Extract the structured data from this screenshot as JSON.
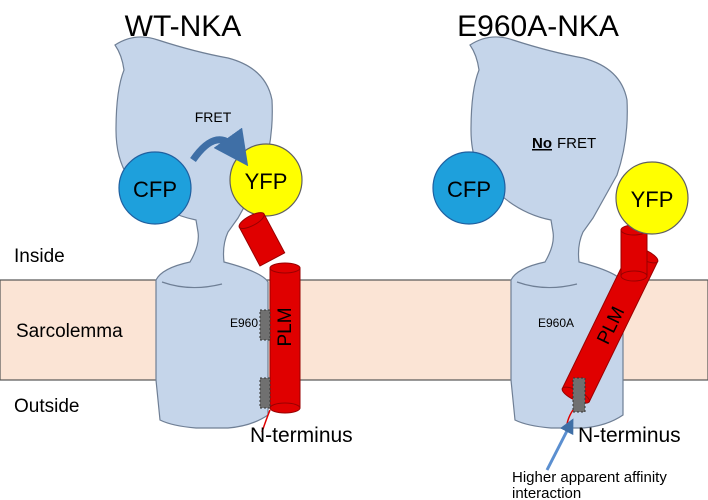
{
  "panels": [
    {
      "title": "WT-NKA",
      "fret_label": "FRET",
      "cfp_label": "CFP",
      "yfp_label": "YFP",
      "residue_label": "E960",
      "plm_label": "PLM",
      "n_terminus_label": "N-terminus"
    },
    {
      "title": "E960A-NKA",
      "no_label": "No",
      "fret_label": "FRET",
      "cfp_label": "CFP",
      "yfp_label": "YFP",
      "residue_label": "E960A",
      "plm_label": "PLM",
      "n_terminus_label": "N-terminus",
      "annotation_line1": "Higher apparent affinity",
      "annotation_line2": "interaction"
    }
  ],
  "regions": {
    "inside": "Inside",
    "sarcolemma": "Sarcolemma",
    "outside": "Outside"
  },
  "colors": {
    "membrane": "#fbe4d5",
    "nka": "#c5d5ea",
    "nka_stroke": "#6f7f95",
    "cfp": "#1ea0dc",
    "yfp": "#ffff00",
    "plm": "#e00000",
    "arrow": "#3f6fa6",
    "residue_marker": "#707070"
  }
}
